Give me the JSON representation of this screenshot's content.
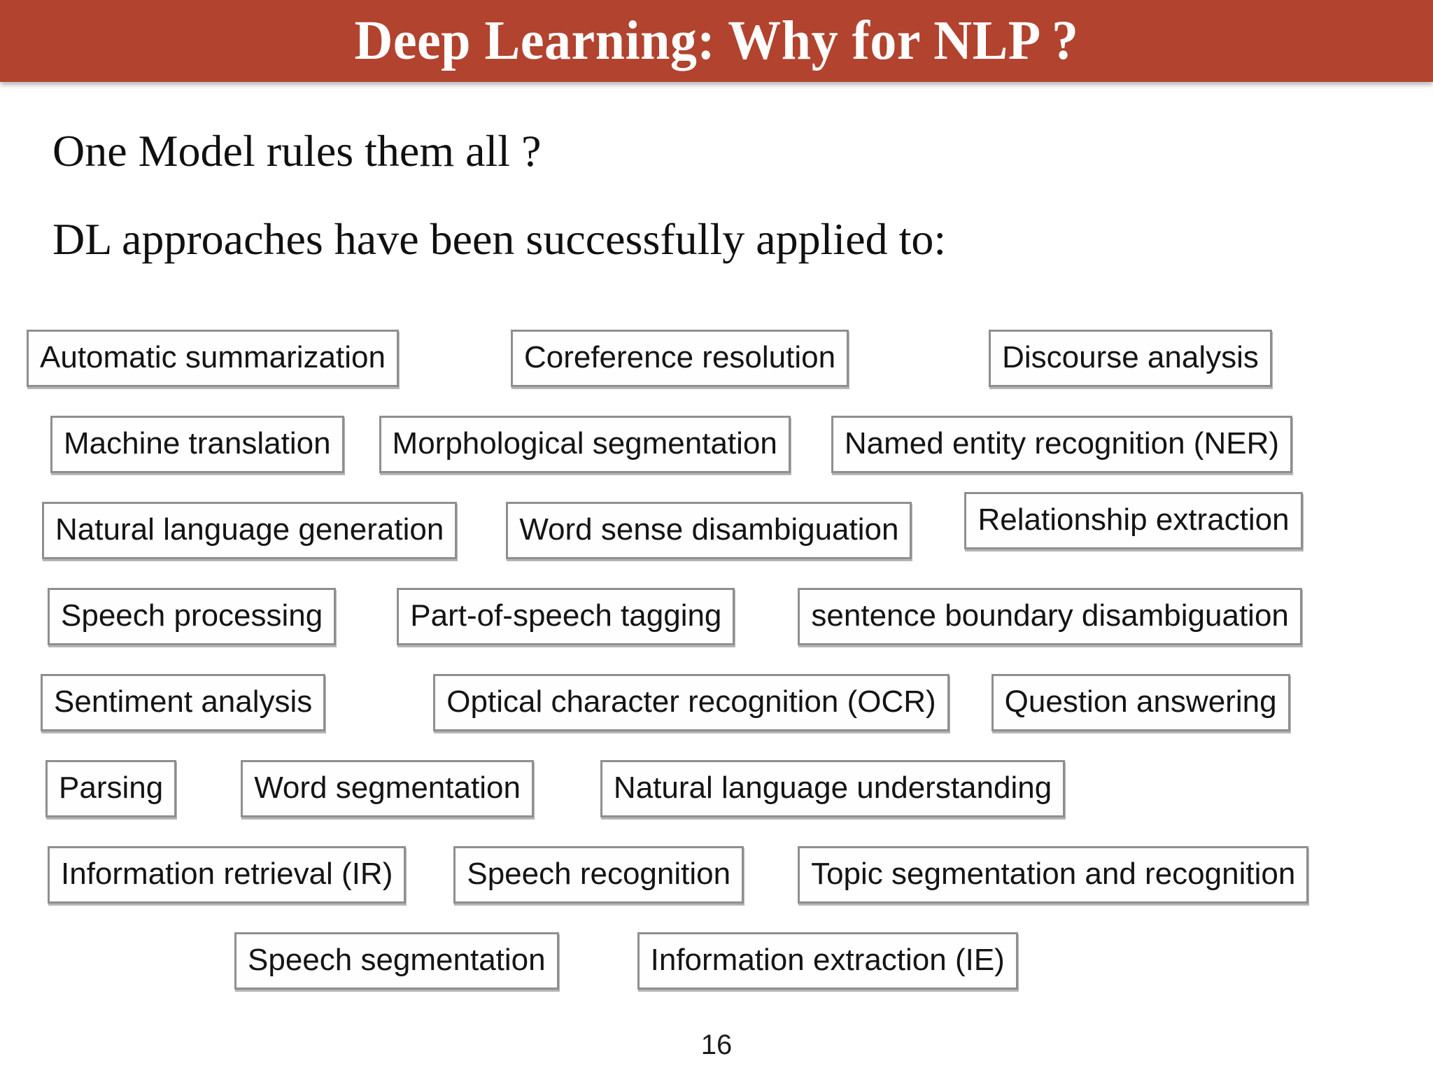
{
  "header": {
    "title": "Deep Learning: Why for NLP ?"
  },
  "headings": {
    "question": "One Model rules them all ?",
    "intro": "DL approaches have been successfully applied to:"
  },
  "tasks": [
    [
      "Automatic summarization",
      "Coreference resolution",
      "Discourse analysis"
    ],
    [
      "Machine translation",
      "Morphological segmentation",
      "Named entity recognition (NER)"
    ],
    [
      "Natural language generation",
      "Word sense disambiguation",
      "Relationship extraction"
    ],
    [
      "Speech processing",
      "Part-of-speech tagging",
      "sentence boundary disambiguation"
    ],
    [
      "Sentiment analysis",
      "Optical character recognition (OCR)",
      "Question answering"
    ],
    [
      "Parsing",
      "Word segmentation",
      "Natural language understanding"
    ],
    [
      "Information retrieval (IR)",
      "Speech recognition",
      "Topic segmentation and recognition"
    ],
    [
      "Speech segmentation",
      "Information extraction (IE)"
    ]
  ],
  "footer": {
    "page_number": "16"
  },
  "colors": {
    "header_bg": "#b2432e",
    "header_text": "#ffffff",
    "box_border": "#8f8f8f",
    "text": "#141414"
  }
}
